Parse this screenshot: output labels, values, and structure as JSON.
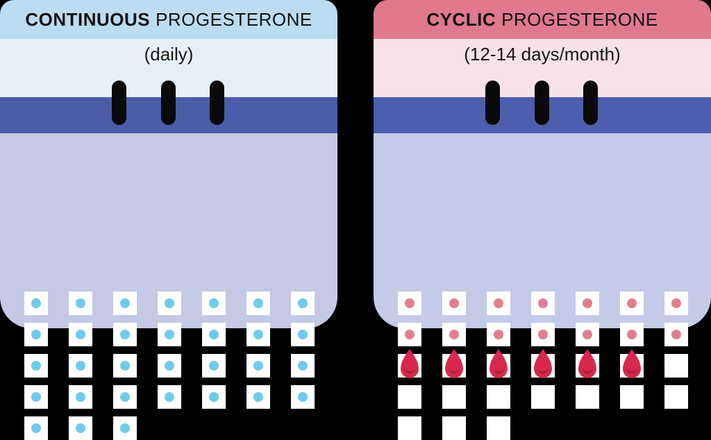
{
  "background_color": "#000000",
  "ring_color": "#0a0a0a",
  "panels": [
    {
      "title_bold": "CONTINUOUS",
      "title_rest": "PROGESTERONE",
      "subtitle": "(daily)",
      "colors": {
        "header": "#BCDCF1",
        "subtitle_band": "#E4F1FA",
        "bar": "#4B5CA8",
        "body": "#C4C9E5",
        "dot": "#6FCBEA"
      },
      "rows": [
        [
          "dot",
          "dot",
          "dot",
          "dot",
          "dot",
          "dot",
          "dot"
        ],
        [
          "dot",
          "dot",
          "dot",
          "dot",
          "dot",
          "dot",
          "dot"
        ],
        [
          "dot",
          "dot",
          "dot",
          "dot",
          "dot",
          "dot",
          "dot"
        ],
        [
          "dot",
          "dot",
          "dot",
          "dot",
          "dot",
          "dot",
          "dot"
        ],
        [
          "dot",
          "dot",
          "dot"
        ]
      ]
    },
    {
      "title_bold": "CYCLIC",
      "title_rest": "PROGESTERONE",
      "subtitle": "(12-14 days/month)",
      "colors": {
        "header": "#E0798B",
        "subtitle_band": "#F7E2E9",
        "bar": "#4C5EAC",
        "body": "#C3CBE9",
        "dot": "#E07F8F",
        "drop": "#D8284B",
        "drop_shade": "#A92040"
      },
      "rows": [
        [
          "dot",
          "dot",
          "dot",
          "dot",
          "dot",
          "dot",
          "dot"
        ],
        [
          "dot",
          "dot",
          "dot",
          "dot",
          "dot",
          "dot",
          "dot"
        ],
        [
          "drop",
          "drop",
          "drop",
          "drop",
          "drop",
          "drop",
          "empty"
        ],
        [
          "empty",
          "empty",
          "empty",
          "empty",
          "empty",
          "empty",
          "empty"
        ],
        [
          "empty",
          "empty",
          "empty"
        ]
      ]
    }
  ]
}
